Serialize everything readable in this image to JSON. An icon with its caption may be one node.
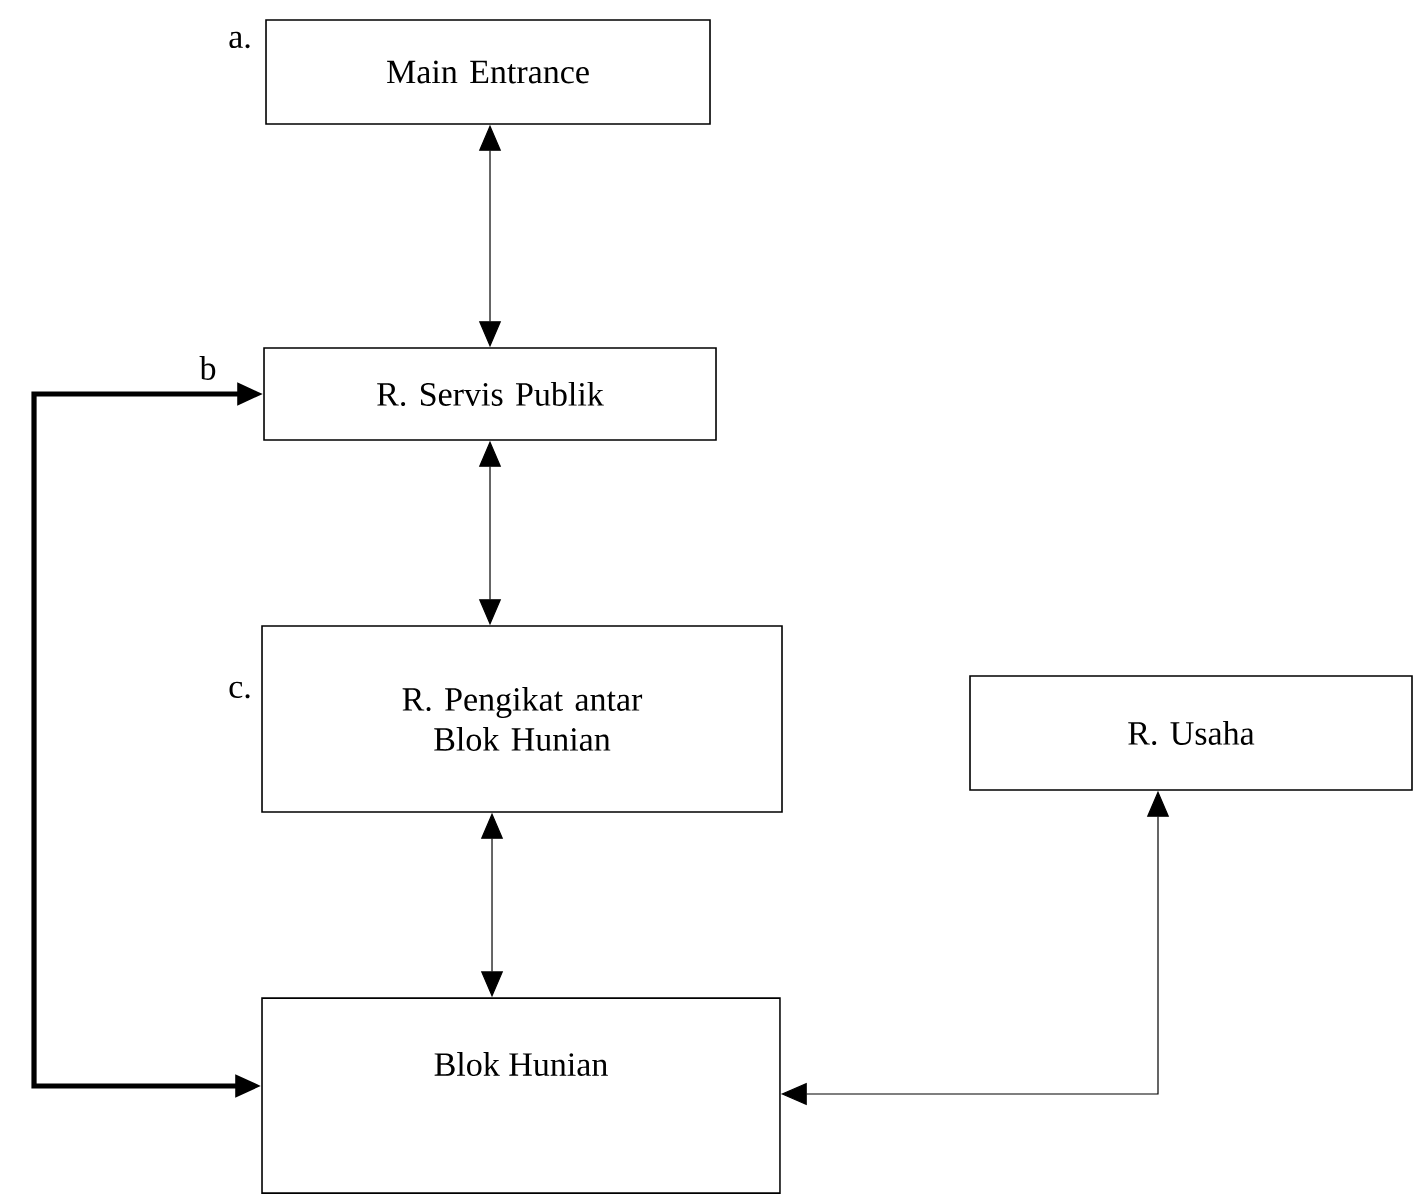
{
  "diagram": {
    "nodes": [
      {
        "text": [
          "Main Entrance"
        ],
        "beside": [
          "a."
        ]
      },
      {
        "text": [
          "R. Servis Publik"
        ],
        "beside": [
          "b"
        ]
      },
      {
        "text": [
          "R. Pengikat antar Blok Hunian"
        ],
        "beside": [
          "c."
        ]
      },
      {
        "text": [
          "R. Usaha"
        ]
      },
      {
        "text": [
          "Blok Hunian"
        ]
      }
    ],
    "edges": [
      {
        "from": 0,
        "to": 1,
        "arrow": "both"
      },
      {
        "from": 1,
        "to": 2,
        "arrow": "both"
      },
      {
        "from": 2,
        "to": 4,
        "arrow": "both"
      },
      {
        "from": 1,
        "to": 4,
        "arrow": "both",
        "style": "thick"
      },
      {
        "from": 4,
        "to": 3,
        "arrow": "both"
      }
    ]
  }
}
